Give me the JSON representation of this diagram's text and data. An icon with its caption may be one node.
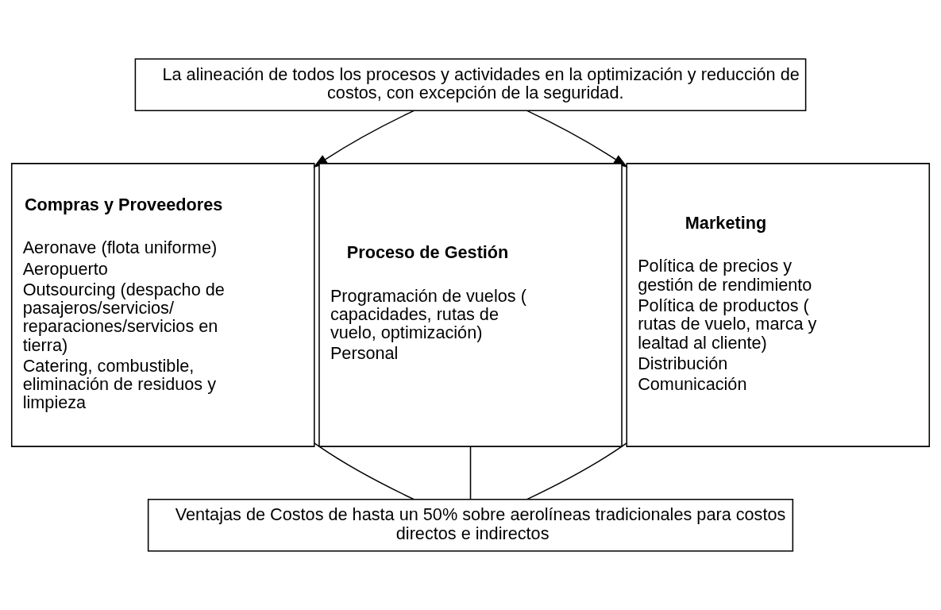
{
  "diagram": {
    "nodes": [
      {
        "text": [
          "La alineación de todos los procesos y actividades en la optimización y reducción de costos, con excepción de la seguridad."
        ]
      },
      {
        "text": [
          "Compras y Proveedores",
          "Aeronave (flota uniforme)",
          "Aeropuerto",
          "Outsourcing (despacho de pasajeros/servicios/ reparaciones/servicios en tierra)",
          "Catering, combustible, eliminación de residuos y limpieza"
        ]
      },
      {
        "text": [
          "Proceso de Gestión",
          "Programación de vuelos ( capacidades, rutas de vuelo, optimización)",
          "Personal"
        ]
      },
      {
        "text": [
          "Marketing",
          "Política de precios y gestión de rendimiento",
          "Política de productos ( rutas de vuelo, marca y lealtad al cliente)",
          "Distribución",
          "Comunicación"
        ]
      },
      {
        "text": [
          "Ventajas de Costos de hasta un 50% sobre aerolíneas tradicionales para costos directos e indirectos"
        ]
      }
    ],
    "edges": [
      {
        "from": 0,
        "to": 1,
        "arrow": "to"
      },
      {
        "from": 0,
        "to": 3,
        "arrow": "to"
      },
      {
        "from": 1,
        "to": 4,
        "arrow": "none"
      },
      {
        "from": 2,
        "to": 4,
        "arrow": "none"
      },
      {
        "from": 3,
        "to": 4,
        "arrow": "none"
      }
    ]
  }
}
